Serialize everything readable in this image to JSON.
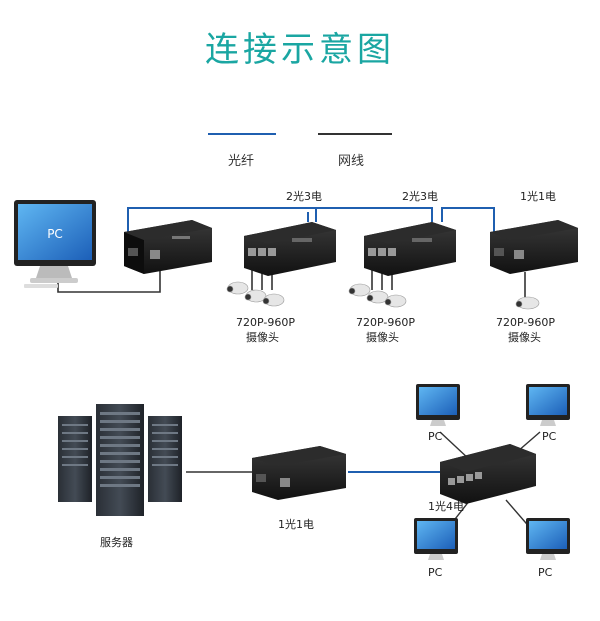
{
  "title": "连接示意图",
  "legend": {
    "fiber_label": "光纤",
    "ethernet_label": "网线",
    "fiber_color": "#1f5fb0",
    "ethernet_color": "#333333"
  },
  "top_row": {
    "pc_screen_text": "PC",
    "devices": [
      {
        "port_label": "2光3电",
        "camera_res": "720P-960P",
        "camera_name": "摄像头"
      },
      {
        "port_label": "2光3电",
        "camera_res": "720P-960P",
        "camera_name": "摄像头"
      },
      {
        "port_label": "1光1电",
        "camera_res": "720P-960P",
        "camera_name": "摄像头"
      }
    ]
  },
  "bottom_row": {
    "server_label": "服务器",
    "converter_label": "1光1电",
    "switch_label": "1光4电",
    "pc_labels": [
      "PC",
      "PC",
      "PC",
      "PC"
    ]
  },
  "colors": {
    "title": "#1aa6a2",
    "device_body": "#1c1c1c",
    "screen_blue": "#2a7fd4"
  }
}
